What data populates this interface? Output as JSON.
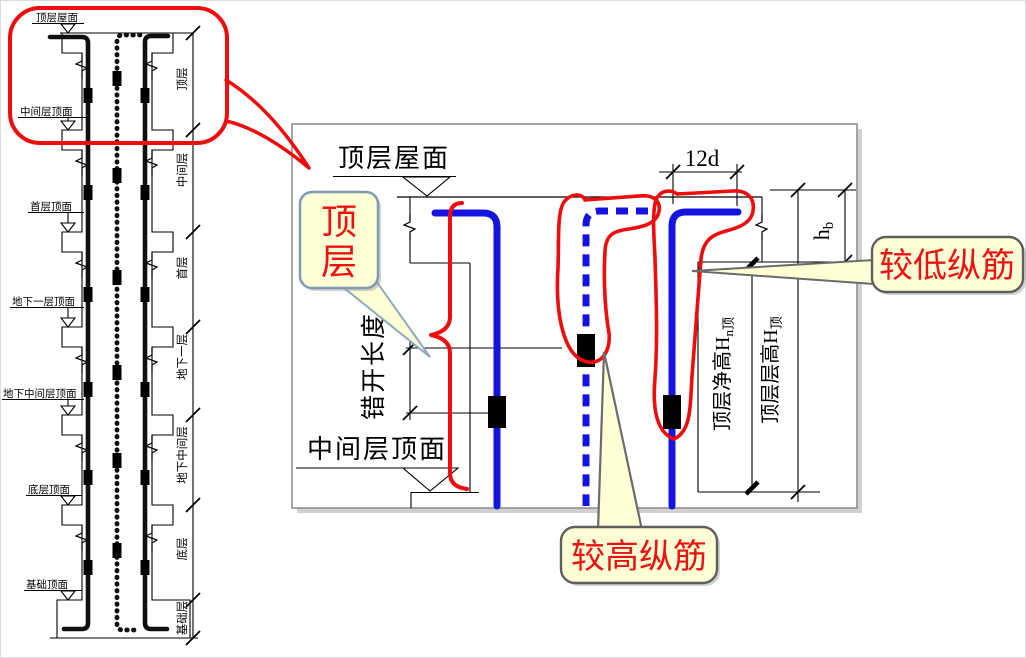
{
  "colors": {
    "rebar_blue": "#1414e0",
    "annotation_red": "#ee0c0c",
    "callout_fill": "#ffffd6",
    "callout_text_red": "#ee1111",
    "callout_border_blue": "#7d99b6",
    "callout_border_dark": "#5f5f5f",
    "line_black": "#000000",
    "panel_border": "#8f8f8f"
  },
  "left_elevation": {
    "floor_labels": [
      "顶层屋面",
      "中间层顶面",
      "首层顶面",
      "地下一层顶面",
      "地下中间层顶面",
      "底层顶面",
      "基础顶面"
    ],
    "storey_labels": [
      "顶层",
      "中间层",
      "首层",
      "地下一层",
      "地下中间层",
      "底层",
      "基础层"
    ]
  },
  "detail_panel": {
    "roof_label": "顶层屋面",
    "mid_floor_label": "中间层顶面",
    "stagger_label": "错开长度",
    "hook_extension_dim": "12d",
    "beam_depth_dim": {
      "base": "h",
      "sub": "b"
    },
    "clear_height_dim": {
      "base": "顶层净高H",
      "sub": "n顶"
    },
    "storey_height_dim": {
      "base": "顶层层高H",
      "sub": "顶"
    }
  },
  "callouts": {
    "top_storey": {
      "line1": "顶",
      "line2": "层"
    },
    "lower_bar_label": "较低纵筋",
    "higher_bar_label": "较高纵筋"
  }
}
